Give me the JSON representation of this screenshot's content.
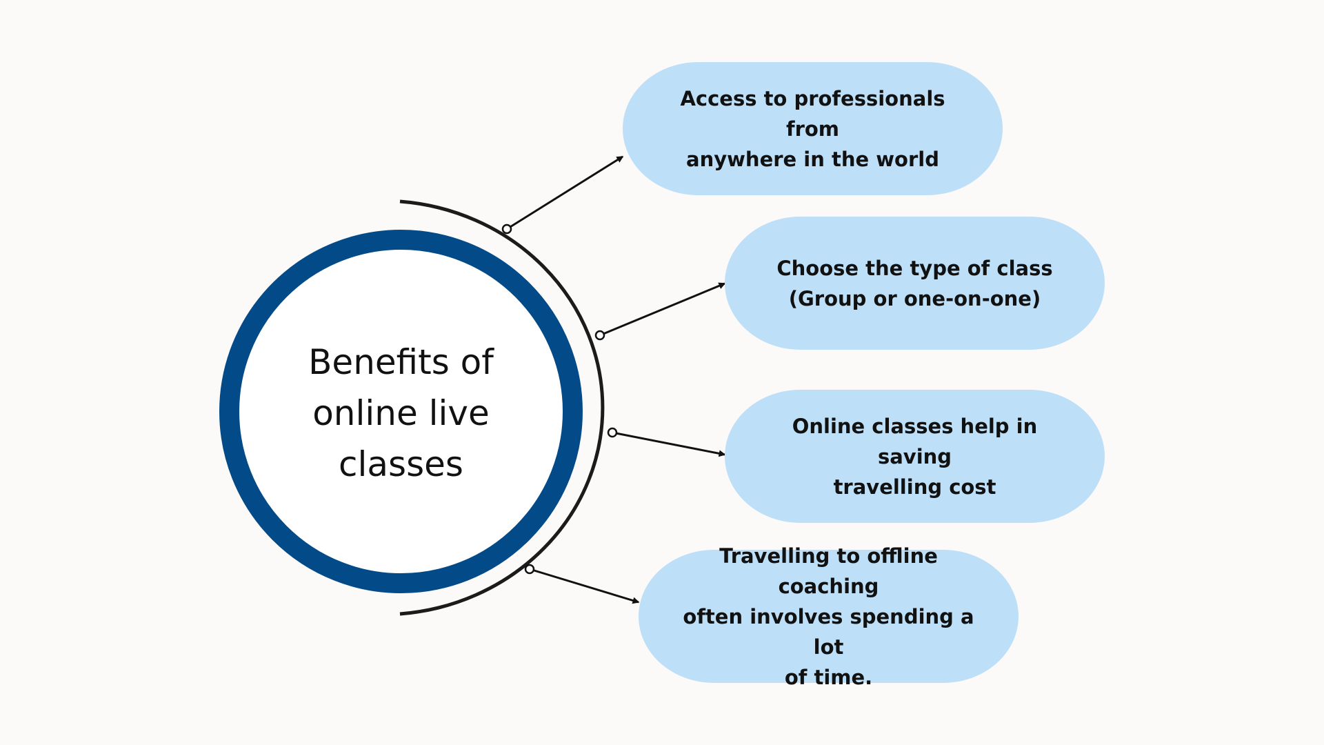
{
  "diagram": {
    "center_label": "Benefits of\nonline live\nclasses",
    "benefits": [
      "Access to professionals from\nanywhere in the world",
      "Choose the type of class\n(Group or one-on-one)",
      "Online classes help in saving\ntravelling cost",
      "Travelling to offline coaching\noften involves spending a lot\nof time."
    ]
  },
  "colors": {
    "background": "#fcfaf9",
    "circle_ring": "#034a88",
    "circle_fill": "#ffffff",
    "pill_fill": "#bedff8",
    "line": "#111111"
  }
}
